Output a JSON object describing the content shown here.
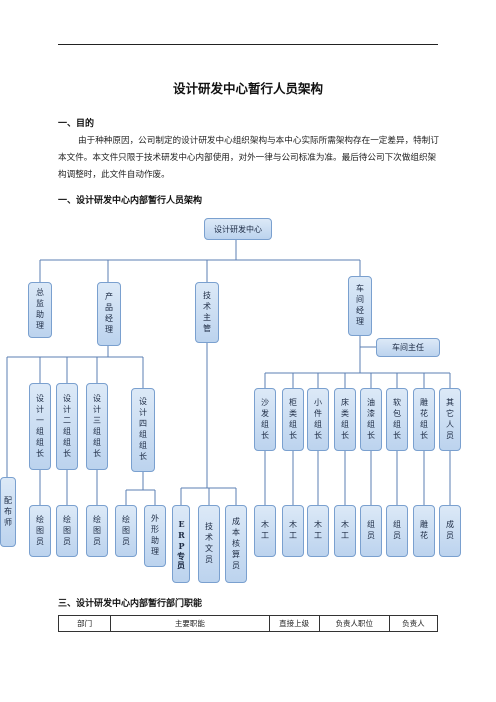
{
  "doc": {
    "title": "设计研发中心暂行人员架构",
    "section1_heading": "一、目的",
    "section1_paragraph": "由于种种原因，公司制定的设计研发中心组织架构与本中心实际所需架构存在一定差异，特制订本文件。本文件只限于技术研发中心内部使用，对外一律与公司标准为准。最后待公司下次做组织架构调整时，此文件自动作废。",
    "section2_heading": "一、设计研发中心内部暂行人员架构",
    "section3_heading": "三、设计研发中心内部暂行部门职能"
  },
  "org": {
    "root": "设计研发中心",
    "level1": [
      "总监助理",
      "产品经理",
      "技术主管",
      "车间经理"
    ],
    "workshop_director": "车间主任",
    "design_groups": [
      "设计一组组长",
      "设计二组组长",
      "设计三组组长",
      "设计四组组长"
    ],
    "workshop_groups": [
      "沙发组长",
      "柜类组长",
      "小件组长",
      "床类组长",
      "油漆组长",
      "软包组长",
      "雕花组长",
      "其它人员"
    ],
    "bottom_design": [
      "配布师",
      "绘图员",
      "绘图员",
      "绘图员",
      "绘图员",
      "外形助理"
    ],
    "bottom_tech": [
      "ERP专员",
      "技术文员",
      "成本核算员"
    ],
    "bottom_workshop": [
      "木工",
      "木工",
      "木工",
      "木工",
      "组员",
      "组员",
      "雕花",
      "成员"
    ]
  },
  "table": {
    "headers": [
      "部门",
      "主要职能",
      "直接上级",
      "负责人职位",
      "负责人"
    ]
  }
}
